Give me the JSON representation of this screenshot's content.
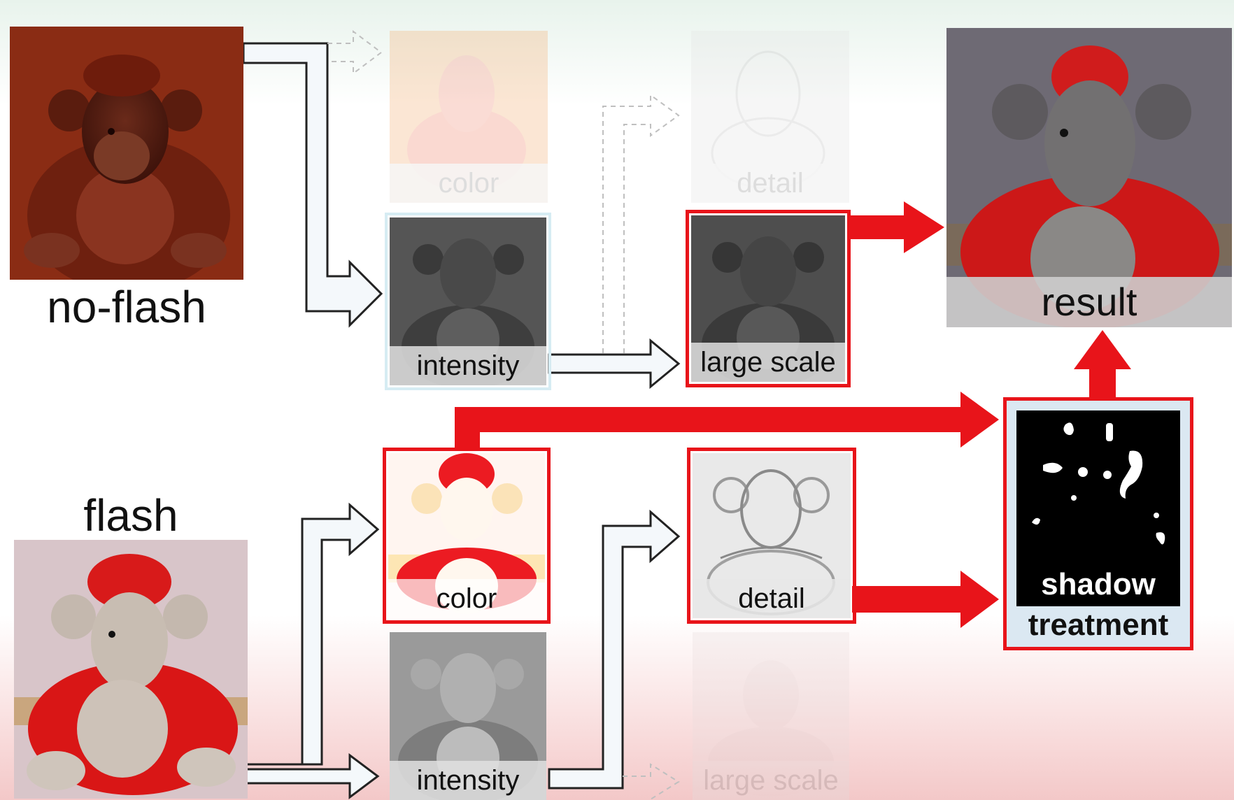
{
  "inputs": {
    "no_flash_label": "no-flash",
    "flash_label": "flash"
  },
  "top_row": {
    "color_label": "color",
    "detail_label": "detail",
    "intensity_label": "intensity",
    "large_scale_label": "large scale"
  },
  "bottom_row": {
    "color_label": "color",
    "detail_label": "detail",
    "intensity_label": "intensity",
    "large_scale_label": "large scale"
  },
  "output": {
    "result_label": "result",
    "shadow_label": "shadow",
    "treatment_label": "treatment"
  },
  "colors": {
    "accent_red": "#e8141a",
    "arrow_outline": "#222222",
    "arrow_fill": "#f4f8fb"
  }
}
